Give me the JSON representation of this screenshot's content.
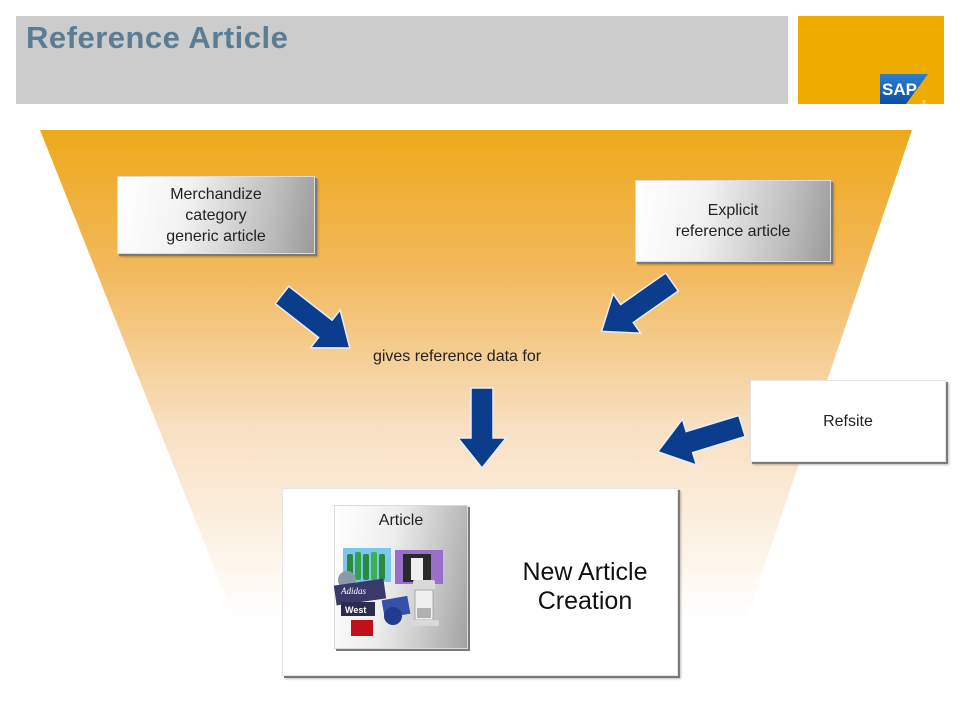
{
  "title": "Reference Article",
  "logo_text": "SAP",
  "boxes": {
    "merch": [
      "Merchandize",
      "category",
      "generic article"
    ],
    "explicit": [
      "Explicit",
      "reference article"
    ],
    "refsite": "Refsite"
  },
  "middle_text": "gives reference data for",
  "article_label": "Article",
  "creation": [
    "New Article",
    "Creation"
  ],
  "colors": {
    "title": "#5a7d93",
    "sap_yellow": "#f0ab00",
    "arrow": "#0b3d8c",
    "funnel_top": "#f0ab1a"
  }
}
